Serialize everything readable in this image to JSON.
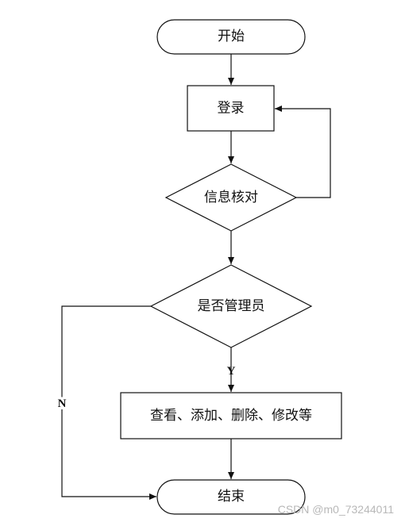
{
  "nodes": {
    "start": "开始",
    "login": "登录",
    "verify": "信息核对",
    "is_admin": "是否管理员",
    "actions": "查看、添加、删除、修改等",
    "end": "结束"
  },
  "edges": {
    "yes_label": "Y",
    "no_label": "N"
  },
  "watermark": "CSDN @m0_73244011"
}
